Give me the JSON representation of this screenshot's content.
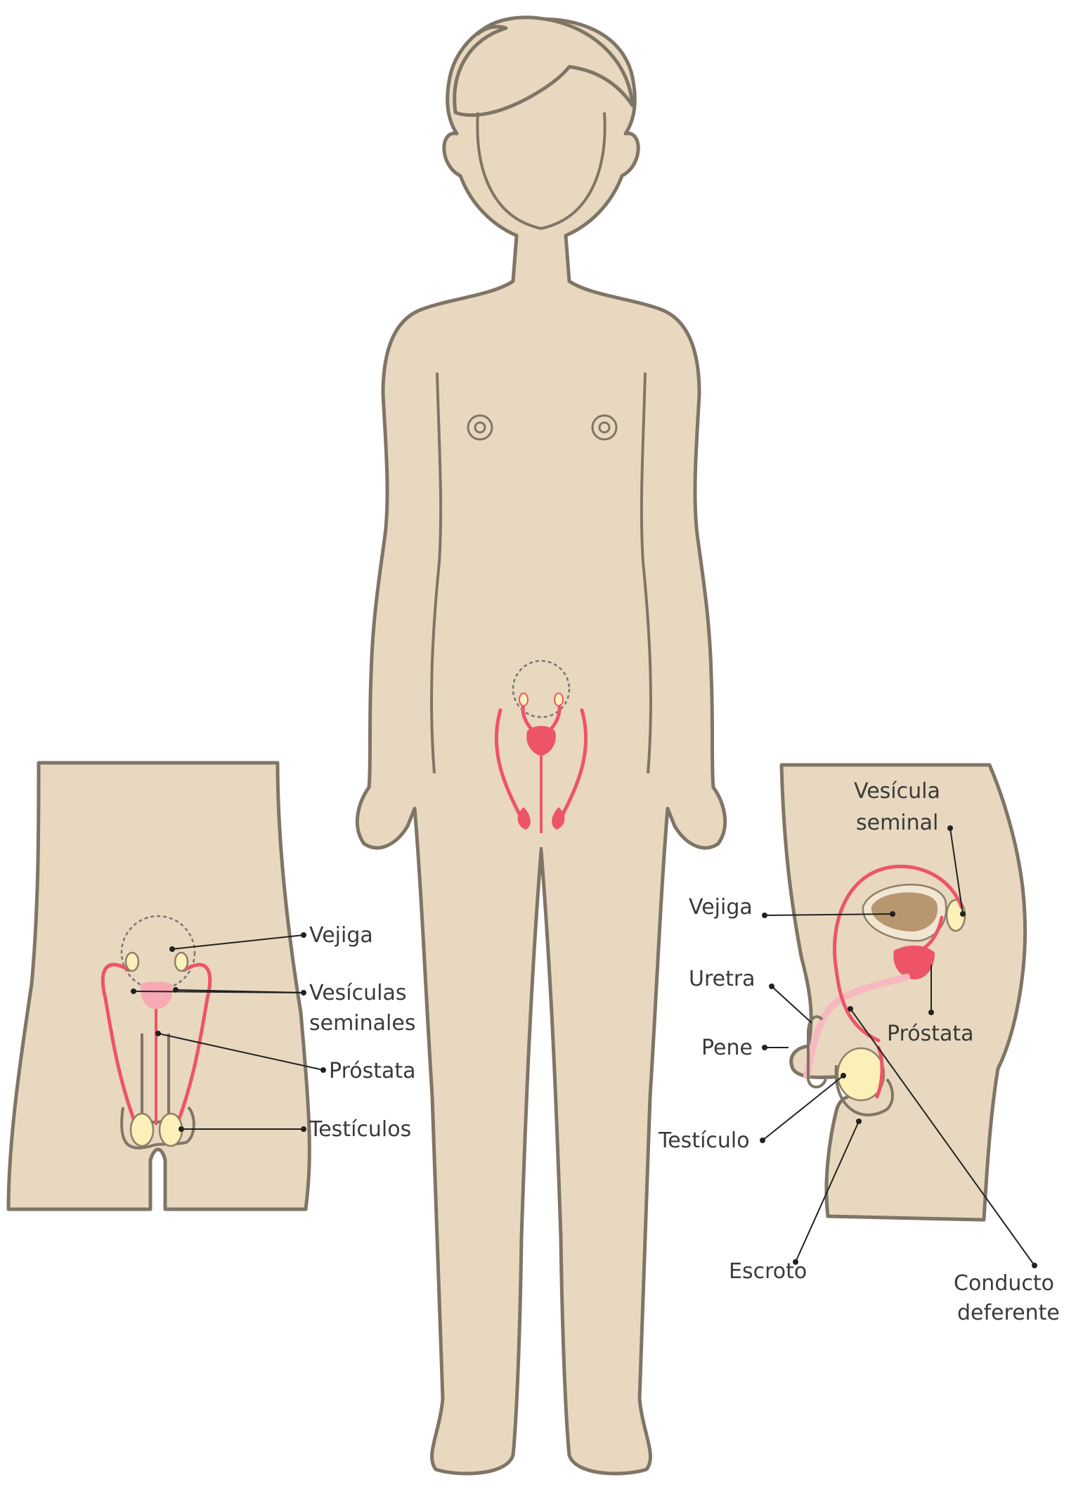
{
  "front_view": {
    "labels": {
      "vejiga": "Vejiga",
      "vesiculas_line1": "Vesículas",
      "vesiculas_line2": "seminales",
      "prostata": "Próstata",
      "testiculos": "Testículos"
    }
  },
  "side_view": {
    "labels": {
      "vesicula_line1": "Vesícula",
      "vesicula_line2": "seminal",
      "vejiga": "Vejiga",
      "uretra": "Uretra",
      "pene": "Pene",
      "prostata": "Próstata",
      "testiculo": "Testículo",
      "escroto": "Escroto",
      "conducto_line1": "Conducto",
      "conducto_line2": "deferente"
    }
  },
  "colors": {
    "skin": "#e8d8bf",
    "outline": "#7f7567",
    "organs": "#ee5468",
    "testicle": "#fbf0b8",
    "bladder_side": "#b8966f"
  }
}
